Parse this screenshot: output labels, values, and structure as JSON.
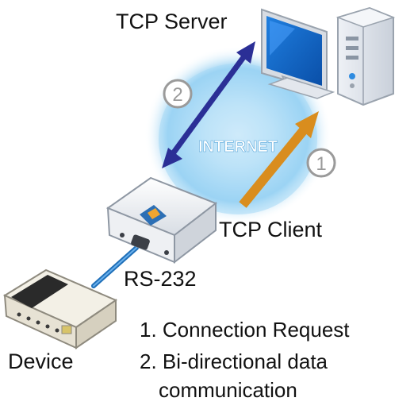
{
  "labels": {
    "tcp_server": "TCP Server",
    "tcp_client": "TCP Client",
    "internet": "INTERNET",
    "rs232": "RS-232",
    "device": "Device",
    "marker_1": "1",
    "marker_2": "2"
  },
  "legend": {
    "item_1": "1. Connection Request",
    "item_2_line_1": "2. Bi-directional data",
    "item_2_line_2": "communication"
  },
  "colors": {
    "bidirectional_arrow": "#2b2f96",
    "request_arrow": "#d98d1e",
    "internet_cloud": "#7fc6ef",
    "serial_cable": "#1f6fb8"
  }
}
